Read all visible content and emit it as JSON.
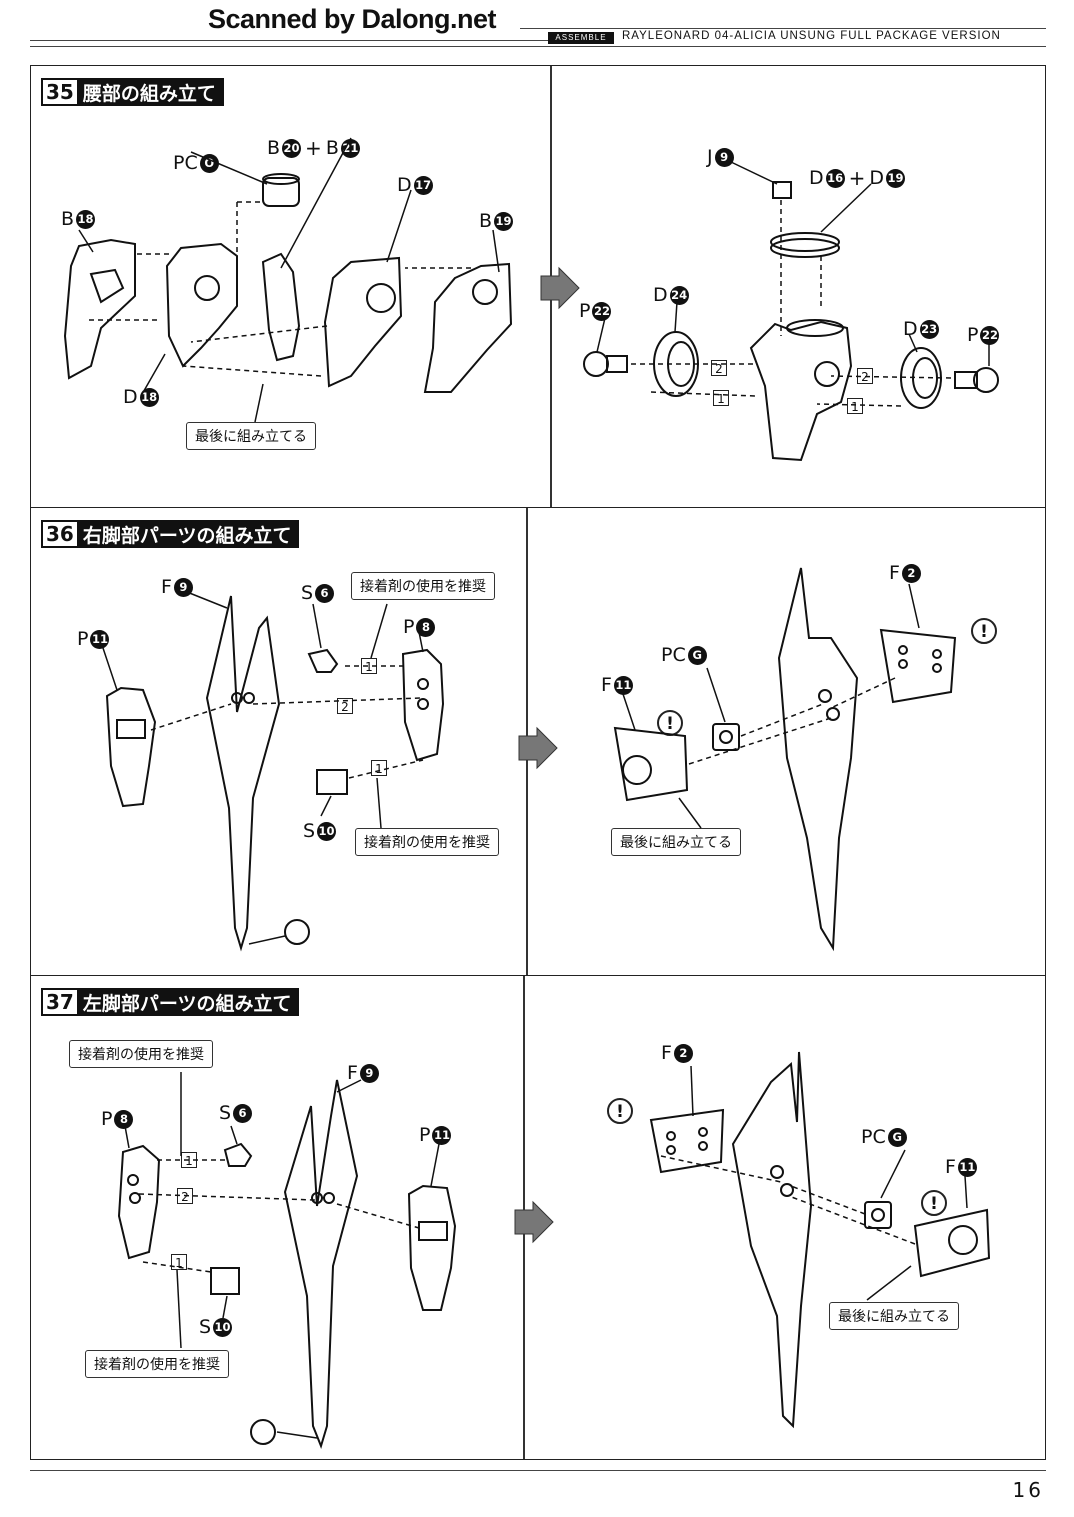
{
  "header": {
    "scan_credit": "Scanned by Dalong.net",
    "badge": "ASSEMBLE",
    "title": "RAYLEONARD 04-ALICIA UNSUNG FULL PACKAGE VERSION"
  },
  "steps": [
    {
      "number": "35",
      "title": "腰部の組み立て",
      "parts": {
        "pco": {
          "prefix": "PC",
          "num": "O"
        },
        "b20": {
          "prefix": "B",
          "num": "20"
        },
        "b21": {
          "prefix": "B",
          "num": "21"
        },
        "b18": {
          "prefix": "B",
          "num": "18"
        },
        "d17": {
          "prefix": "D",
          "num": "17"
        },
        "b19": {
          "prefix": "B",
          "num": "19"
        },
        "d18": {
          "prefix": "D",
          "num": "18"
        },
        "j9": {
          "prefix": "J",
          "num": "9"
        },
        "d16": {
          "prefix": "D",
          "num": "16"
        },
        "d19": {
          "prefix": "D",
          "num": "19"
        },
        "p22a": {
          "prefix": "P",
          "num": "22"
        },
        "d24": {
          "prefix": "D",
          "num": "24"
        },
        "d23": {
          "prefix": "D",
          "num": "23"
        },
        "p22b": {
          "prefix": "P",
          "num": "22"
        }
      },
      "notes": {
        "last": "最後に組み立てる"
      },
      "plus": "+"
    },
    {
      "number": "36",
      "title": "右脚部パーツの組み立て",
      "parts": {
        "f9": {
          "prefix": "F",
          "num": "9"
        },
        "s6": {
          "prefix": "S",
          "num": "6"
        },
        "p11": {
          "prefix": "P",
          "num": "11"
        },
        "p8": {
          "prefix": "P",
          "num": "8"
        },
        "s10": {
          "prefix": "S",
          "num": "10"
        },
        "f2": {
          "prefix": "F",
          "num": "2"
        },
        "pcg": {
          "prefix": "PC",
          "num": "G"
        },
        "f11": {
          "prefix": "F",
          "num": "11"
        }
      },
      "notes": {
        "glue_top": "接着剤の使用を推奨",
        "glue_bottom": "接着剤の使用を推奨",
        "last": "最後に組み立てる"
      }
    },
    {
      "number": "37",
      "title": "左脚部パーツの組み立て",
      "parts": {
        "p8": {
          "prefix": "P",
          "num": "8"
        },
        "s6": {
          "prefix": "S",
          "num": "6"
        },
        "f9": {
          "prefix": "F",
          "num": "9"
        },
        "p11": {
          "prefix": "P",
          "num": "11"
        },
        "s10": {
          "prefix": "S",
          "num": "10"
        },
        "f2": {
          "prefix": "F",
          "num": "2"
        },
        "pcg": {
          "prefix": "PC",
          "num": "G"
        },
        "f11": {
          "prefix": "F",
          "num": "11"
        }
      },
      "notes": {
        "glue_top": "接着剤の使用を推奨",
        "glue_bottom": "接着剤の使用を推奨",
        "last": "最後に組み立てる"
      }
    }
  ],
  "order_marks": {
    "one": "1",
    "two": "2"
  },
  "warning_mark": "!",
  "page_number": "16"
}
